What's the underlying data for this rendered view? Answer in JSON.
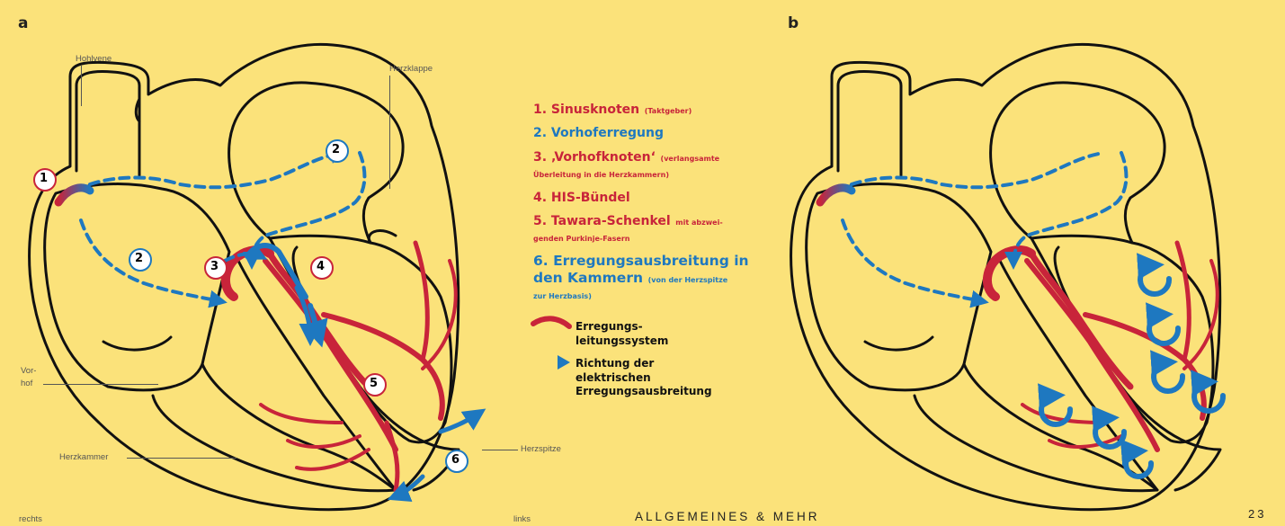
{
  "panels": {
    "a": "a",
    "b": "b"
  },
  "labels": {
    "hohlvene": "Hohlvene",
    "herzklappe": "Herzklappe",
    "vorhof": "Vor-\nhof",
    "herzkammer": "Herzkammer",
    "herzspitze": "Herzspitze",
    "rechts": "rechts",
    "links": "links"
  },
  "markers": [
    "1",
    "2",
    "2",
    "3",
    "4",
    "5",
    "6"
  ],
  "legend": {
    "item1": {
      "title": "1. Sinusknoten",
      "sub": "(Taktgeber)"
    },
    "item2": {
      "title": "2. Vorhoferregung"
    },
    "item3": {
      "title": "3. ‚Vorhofknoten‘",
      "sub_a": "(verlangsamte",
      "sub_b": "Überleitung in die Herzkammern)"
    },
    "item4": {
      "title": "4. HIS-Bündel"
    },
    "item5": {
      "title": "5. Tawara-Schenkel",
      "sub_a": "mit abzwei-",
      "sub_b": "genden Purkinje-Fasern"
    },
    "item6": {
      "title_a": "6. Erregungsausbreitung in",
      "title_b": "den Kammern",
      "sub_a": "(von der Herzspitze",
      "sub_b": "zur Herzbasis)"
    }
  },
  "key": {
    "red_line1": "Erregungs-",
    "red_line2": "leitungssystem",
    "blue_line1": "Richtung der",
    "blue_line2": "elektrischen",
    "blue_line3": "Erregungsausbreitung"
  },
  "footer": {
    "brand": "ALLGEMEINES & MEHR",
    "page": "23"
  },
  "colors": {
    "background": "#fbe27a",
    "red": "#c8243a",
    "blue": "#1e78c0",
    "outline": "#111111"
  }
}
